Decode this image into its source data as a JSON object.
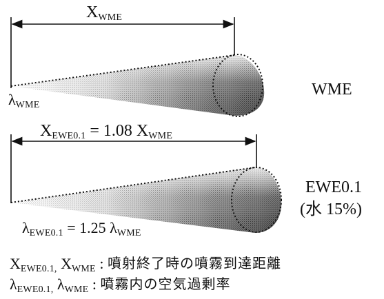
{
  "colors": {
    "ink": "#111111",
    "spray_dark": "#1a1a1a",
    "spray_light": "#ffffff"
  },
  "top_diagram": {
    "label": "WME",
    "penetration_symbol": "X",
    "penetration_sub": "WME",
    "air_ratio_symbol": "λ",
    "air_ratio_sub": "WME"
  },
  "bottom_diagram": {
    "label_line1": "EWE0.1",
    "label_line2": "(水  15%)",
    "penetration_symbol": "X",
    "penetration_sub": "EWE0.1",
    "penetration_equals": " = 1.08 ",
    "penetration_ref_symbol": "X",
    "penetration_ref_sub": "WME",
    "air_ratio_symbol": "λ",
    "air_ratio_sub": "EWE0.1",
    "air_ratio_equals": " = 1.25 ",
    "air_ratio_ref_symbol": "λ",
    "air_ratio_ref_sub": "WME"
  },
  "legend": [
    {
      "sym1": "X",
      "sub1": "EWE0.1,",
      "sym2": " X",
      "sub2": "WME",
      "colon": " : ",
      "text": "噴射終了時の噴霧到達距離"
    },
    {
      "sym1": "λ",
      "sub1": "EWE0.1,",
      "sym2": " λ",
      "sub2": "WME",
      "colon": " : ",
      "text": "噴霧内の空気過剰率"
    }
  ]
}
